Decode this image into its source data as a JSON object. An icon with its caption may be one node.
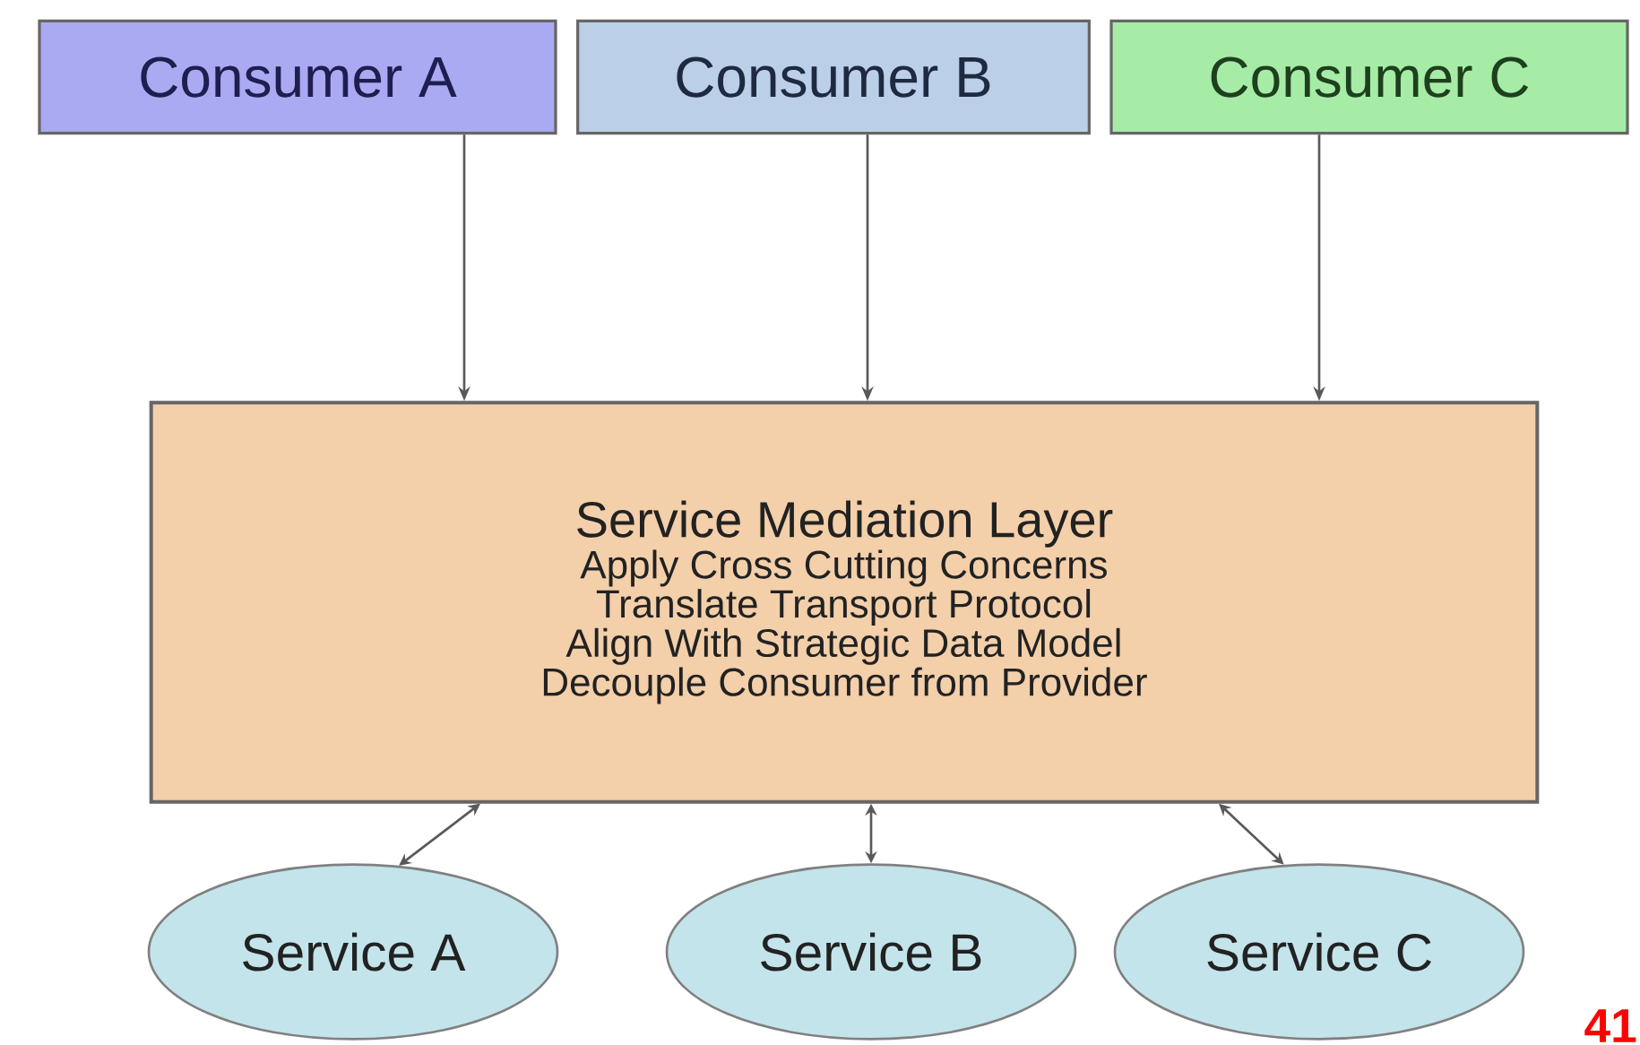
{
  "diagram": {
    "nodes": [
      {
        "text": [
          "Consumer A"
        ]
      },
      {
        "text": [
          "Consumer B"
        ]
      },
      {
        "text": [
          "Consumer C"
        ]
      },
      {
        "text": [
          "Service Mediation Layer",
          "Apply Cross Cutting Concerns",
          "Translate Transport Protocol",
          "Align With Strategic Data Model",
          "Decouple Consumer from Provider"
        ]
      },
      {
        "text": [
          "Service A"
        ]
      },
      {
        "text": [
          "Service B"
        ]
      },
      {
        "text": [
          "Service C"
        ]
      }
    ],
    "edges": [
      {
        "from": 0,
        "to": 3,
        "arrow": "to"
      },
      {
        "from": 1,
        "to": 3,
        "arrow": "to"
      },
      {
        "from": 2,
        "to": 3,
        "arrow": "to"
      },
      {
        "from": 3,
        "to": 4,
        "arrow": "both"
      },
      {
        "from": 3,
        "to": 5,
        "arrow": "both"
      },
      {
        "from": 3,
        "to": 6,
        "arrow": "both"
      }
    ],
    "labels": [
      "41"
    ]
  }
}
